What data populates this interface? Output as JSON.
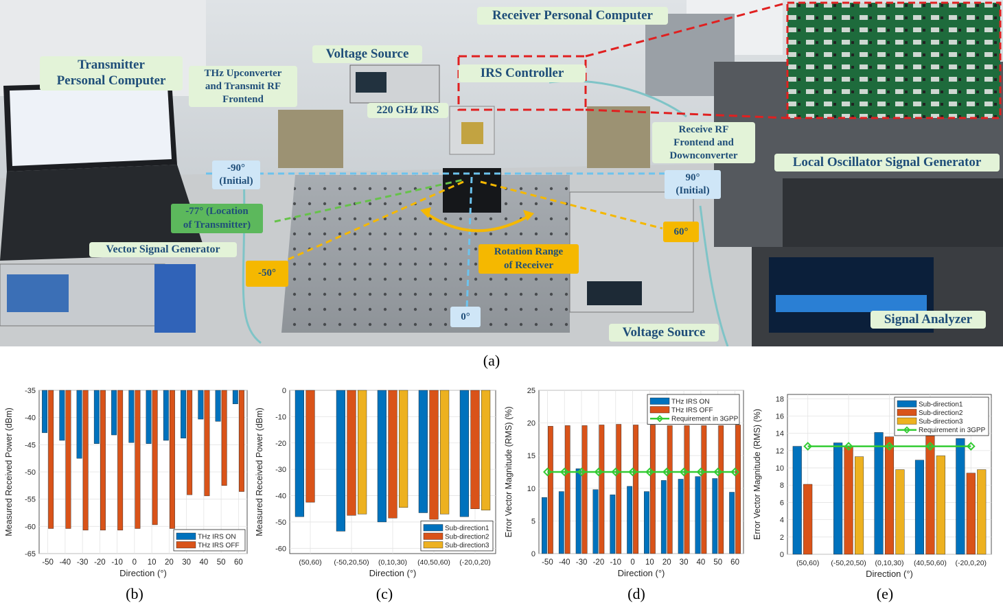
{
  "photo": {
    "labels": {
      "receiver_pc": "Receiver Personal Computer",
      "transmitter_pc": "Transmitter\nPersonal Computer",
      "voltage_source_top": "Voltage Source",
      "thz_upconverter": "THz Upconverter\nand Transmit RF\nFrontend",
      "irs_controller": "IRS Controller",
      "irs": "220 GHz IRS",
      "receive_rf": "Receive RF\nFrontend and\nDownconverter",
      "lo_generator": "Local Oscillator Signal Generator",
      "vector_sg": "Vector Signal Generator",
      "rotation": "Rotation Range\nof Receiver",
      "voltage_source_bottom": "Voltage Source",
      "signal_analyzer": "Signal Analyzer"
    },
    "angles": {
      "minus90": "-90°\n(Initial)",
      "plus90": "90°\n(Initial)",
      "minus77": "-77° (Location\nof Transmitter)",
      "minus50": "-50°",
      "plus60": "60°",
      "zero": "0°"
    },
    "colors": {
      "label_bg": "#e3f3d8",
      "label_text": "#1f4e79",
      "angle_blue_bg": "#cfe6f7",
      "angle_green_bg": "#5cb85c",
      "angle_orange_bg": "#f5b800",
      "inset_border": "#e02020"
    }
  },
  "captions": {
    "a": "(a)",
    "b": "(b)",
    "c": "(c)",
    "d": "(d)",
    "e": "(e)"
  },
  "chart_data": [
    {
      "id": "b",
      "type": "bar",
      "categories": [
        "-50",
        "-40",
        "-30",
        "-20",
        "-10",
        "0",
        "10",
        "20",
        "30",
        "40",
        "50",
        "60"
      ],
      "series": [
        {
          "name": "THz IRS ON",
          "color": "#0072bd",
          "values": [
            -42.8,
            -44.2,
            -47.5,
            -44.8,
            -43.2,
            -44.6,
            -44.8,
            -44.2,
            -43.8,
            -40.3,
            -40.7,
            -37.5
          ]
        },
        {
          "name": "THz IRS OFF",
          "color": "#d95319",
          "values": [
            -60.4,
            -60.4,
            -60.7,
            -60.7,
            -60.7,
            -60.4,
            -59.7,
            -60.4,
            -54.2,
            -54.4,
            -52.5,
            -53.6
          ]
        }
      ],
      "xlabel": "Direction (°)",
      "ylabel": "Measured Received Power (dBm)",
      "ylim": [
        -65,
        -35
      ],
      "yticks": [
        "-35",
        "-40",
        "-45",
        "-50",
        "-55",
        "-60",
        "-65"
      ],
      "grid": true,
      "legend": "bottom-right"
    },
    {
      "id": "c",
      "type": "bar",
      "categories": [
        "(50,60)",
        "(-50,20,50)",
        "(0,10,30)",
        "(40,50,60)",
        "(-20,0,20)"
      ],
      "series": [
        {
          "name": "Sub-direction1",
          "color": "#0072bd",
          "values": [
            -48,
            -53.5,
            -50,
            -46.5,
            -48
          ]
        },
        {
          "name": "Sub-direction2",
          "color": "#d95319",
          "values": [
            -42.5,
            -47.5,
            -48.5,
            -49,
            -45
          ]
        },
        {
          "name": "Sub-direction3",
          "color": "#edb120",
          "values": [
            null,
            -47,
            -44.5,
            -47,
            -45.5
          ]
        }
      ],
      "xlabel": "Direction (°)",
      "ylabel": "Measured Received Power (dBm)",
      "ylim": [
        -62,
        0
      ],
      "yticks": [
        "0",
        "-10",
        "-20",
        "-30",
        "-40",
        "-50",
        "-60"
      ],
      "grid": true,
      "legend": "bottom-right"
    },
    {
      "id": "d",
      "type": "bar",
      "categories": [
        "-50",
        "-40",
        "-30",
        "-20",
        "-10",
        "0",
        "10",
        "20",
        "30",
        "40",
        "50",
        "60"
      ],
      "series": [
        {
          "name": "THz IRS ON",
          "color": "#0072bd",
          "values": [
            8.6,
            9.5,
            13,
            9.8,
            9,
            10.3,
            9.5,
            11.2,
            11.4,
            11.8,
            11.5,
            9.4
          ]
        },
        {
          "name": "THz IRS OFF",
          "color": "#d95319",
          "values": [
            19.5,
            19.6,
            19.6,
            19.7,
            19.8,
            19.7,
            19.7,
            19.6,
            19.6,
            19.6,
            19.6,
            19.7
          ]
        }
      ],
      "line": {
        "name": "Requirement in 3GPP",
        "color": "#33cc33",
        "value": 12.5
      },
      "xlabel": "Direction (°)",
      "ylabel": "Error Vector Magnitude  (RMS)  (%)",
      "ylim": [
        0,
        25
      ],
      "yticks": [
        "0",
        "5",
        "10",
        "15",
        "20",
        "25"
      ],
      "grid": true,
      "legend": "top-right"
    },
    {
      "id": "e",
      "type": "bar",
      "categories": [
        "(50,60)",
        "(-50,20,50)",
        "(0,10,30)",
        "(40,50,60)",
        "(-20,0,20)"
      ],
      "series": [
        {
          "name": "Sub-direction1",
          "color": "#0072bd",
          "values": [
            12.5,
            12.9,
            14.1,
            10.9,
            13.4
          ]
        },
        {
          "name": "Sub-direction2",
          "color": "#d95319",
          "values": [
            8.1,
            12.5,
            13.6,
            13.7,
            9.4
          ]
        },
        {
          "name": "Sub-direction3",
          "color": "#edb120",
          "values": [
            null,
            11.3,
            9.8,
            11.4,
            9.8
          ]
        }
      ],
      "line": {
        "name": "Requirement in 3GPP",
        "color": "#33cc33",
        "value": 12.5
      },
      "xlabel": "Direction (°)",
      "ylabel": "Error Vector Magnitude  (RMS)  (%)",
      "ylim": [
        0,
        18.5
      ],
      "yticks": [
        "0",
        "2",
        "4",
        "6",
        "8",
        "10",
        "12",
        "14",
        "16",
        "18"
      ],
      "grid": true,
      "legend": "top-right"
    }
  ]
}
